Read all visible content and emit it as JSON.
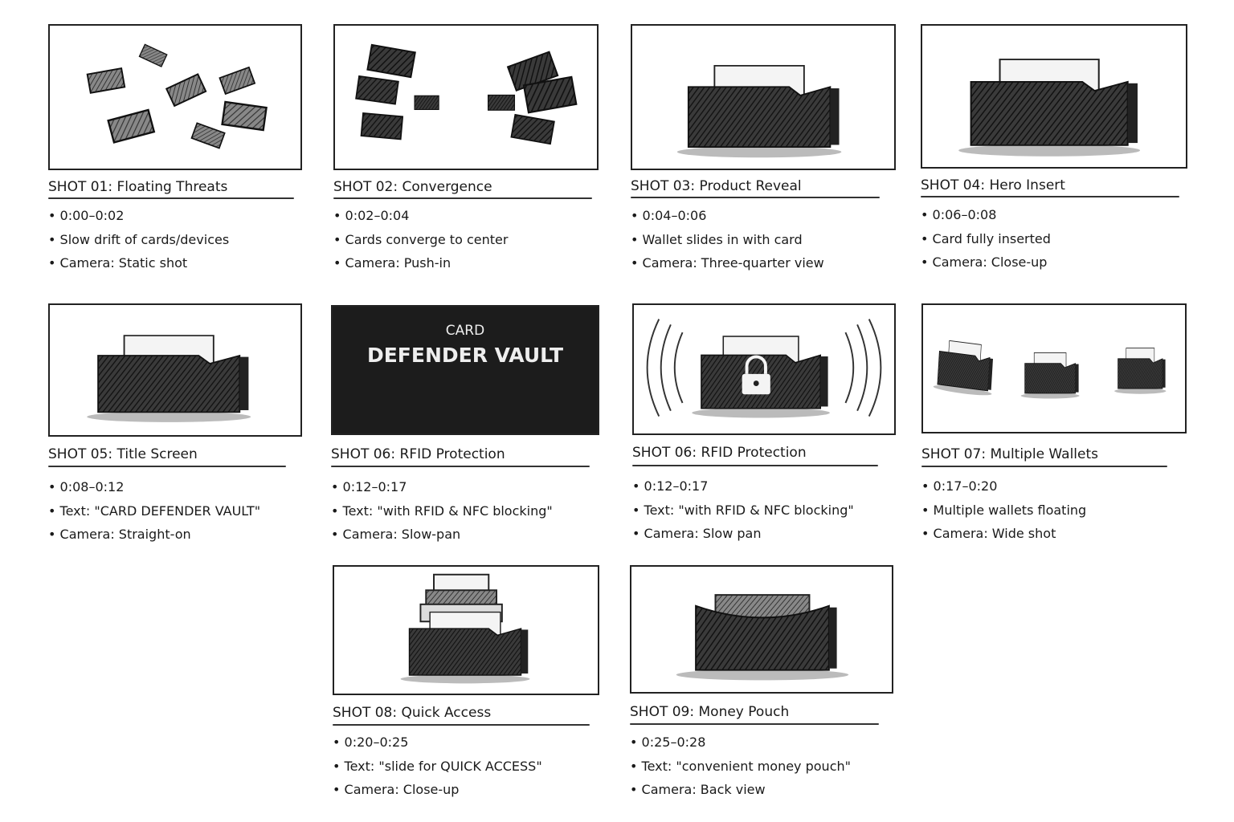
{
  "panels": [
    {
      "title": "SHOT 01: Floating Threats",
      "bullets": [
        "0:00–0:02",
        "Slow drift of cards/devices",
        "Camera: Static shot"
      ]
    },
    {
      "title": "SHOT 02: Convergence",
      "bullets": [
        "0:02–0:04",
        "Cards converge to center",
        "Camera: Push-in"
      ]
    },
    {
      "title": "SHOT 03: Product Reveal",
      "bullets": [
        "0:04–0:06",
        "Wallet slides in with card",
        "Camera: Three-quarter view"
      ]
    },
    {
      "title": "SHOT 04: Hero Insert",
      "bullets": [
        "0:06–0:08",
        "Card fully inserted",
        "Camera: Close-up"
      ]
    },
    {
      "title": "SHOT 05: Title Screen",
      "bullets": [
        "0:08–0:12",
        "Text: \"CARD DEFENDER VAULT\"",
        "Camera: Straight-on"
      ]
    },
    {
      "title": "SHOT 06: RFID Protection",
      "bullets": [
        "0:12–0:17",
        "Text: \"with RFID & NFC blocking\"",
        "Camera: Slow-pan"
      ]
    },
    {
      "title": "SHOT 06: RFID Protection",
      "bullets": [
        "0:12–0:17",
        "Text: \"with RFID & NFC blocking\"",
        "Camera: Slow pan"
      ]
    },
    {
      "title": "SHOT 07: Multiple Wallets",
      "bullets": [
        "0:17–0:20",
        "Multiple wallets floating",
        "Camera: Wide shot"
      ]
    },
    {
      "title": "SHOT 08: Quick Access",
      "bullets": [
        "0:20–0:25",
        "Text: \"slide for QUICK ACCESS\"",
        "Camera: Close-up"
      ]
    },
    {
      "title": "SHOT 09: Money Pouch",
      "bullets": [
        "0:25–0:28",
        "Text: \"convenient money pouch\"",
        "Camera: Back view"
      ]
    }
  ],
  "title_screen": {
    "line1": "CARD",
    "line2": "DEFENDER VAULT"
  }
}
